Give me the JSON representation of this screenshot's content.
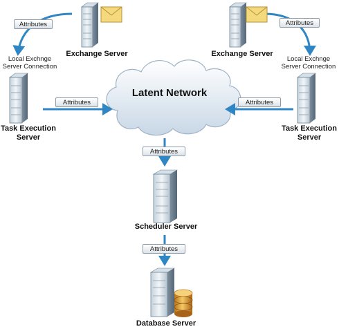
{
  "network": {
    "label": "Latent Network"
  },
  "nodes": {
    "exchange_left": {
      "label": "Exchange Server"
    },
    "exchange_right": {
      "label": "Exchange Server"
    },
    "task_left": {
      "label_line1": "Task Execution",
      "label_line2": "Server"
    },
    "task_right": {
      "label_line1": "Task Execution",
      "label_line2": "Server"
    },
    "scheduler": {
      "label": "Scheduler Server"
    },
    "database": {
      "label": "Database Server"
    }
  },
  "connections": {
    "local_left": {
      "line1": "Local Exchnge",
      "line2": "Server Connection"
    },
    "local_right": {
      "line1": "Local Exchnge",
      "line2": "Server Connection"
    }
  },
  "tags": {
    "exchange_left": "Attributes",
    "exchange_right": "Attributes",
    "task_left": "Attributes",
    "task_right": "Attributes",
    "network_to_scheduler": "Attributes",
    "scheduler_to_database": "Attributes"
  },
  "colors": {
    "arrow": "#2f86c3",
    "cloud": "#dfe8f3",
    "server": "#6d8193",
    "envelope": "#f4d97e",
    "database": "#e0a53a"
  }
}
